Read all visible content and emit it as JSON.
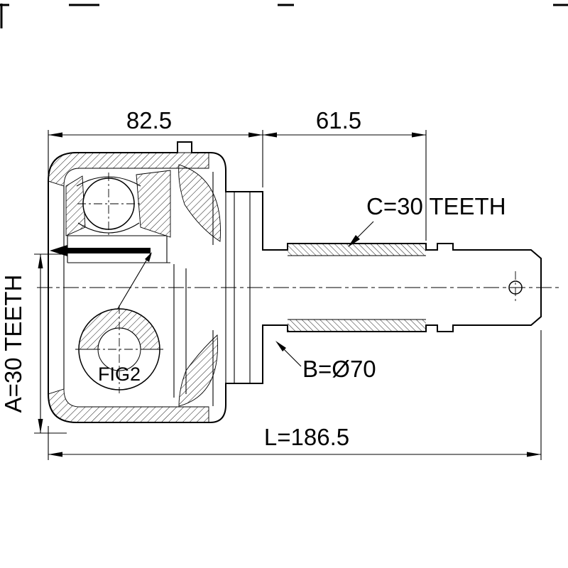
{
  "drawing": {
    "figure_label": "FIG2",
    "dimensions": {
      "housing_width": "82.5",
      "spline_section_width": "61.5",
      "overall_length": "L=186.5"
    },
    "callouts": {
      "outer_spline": "C=30 TEETH",
      "inner_spline": "A=30 TEETH",
      "body_diameter": "B=Ø70"
    },
    "colors": {
      "line": "#000000",
      "background": "#ffffff"
    }
  }
}
